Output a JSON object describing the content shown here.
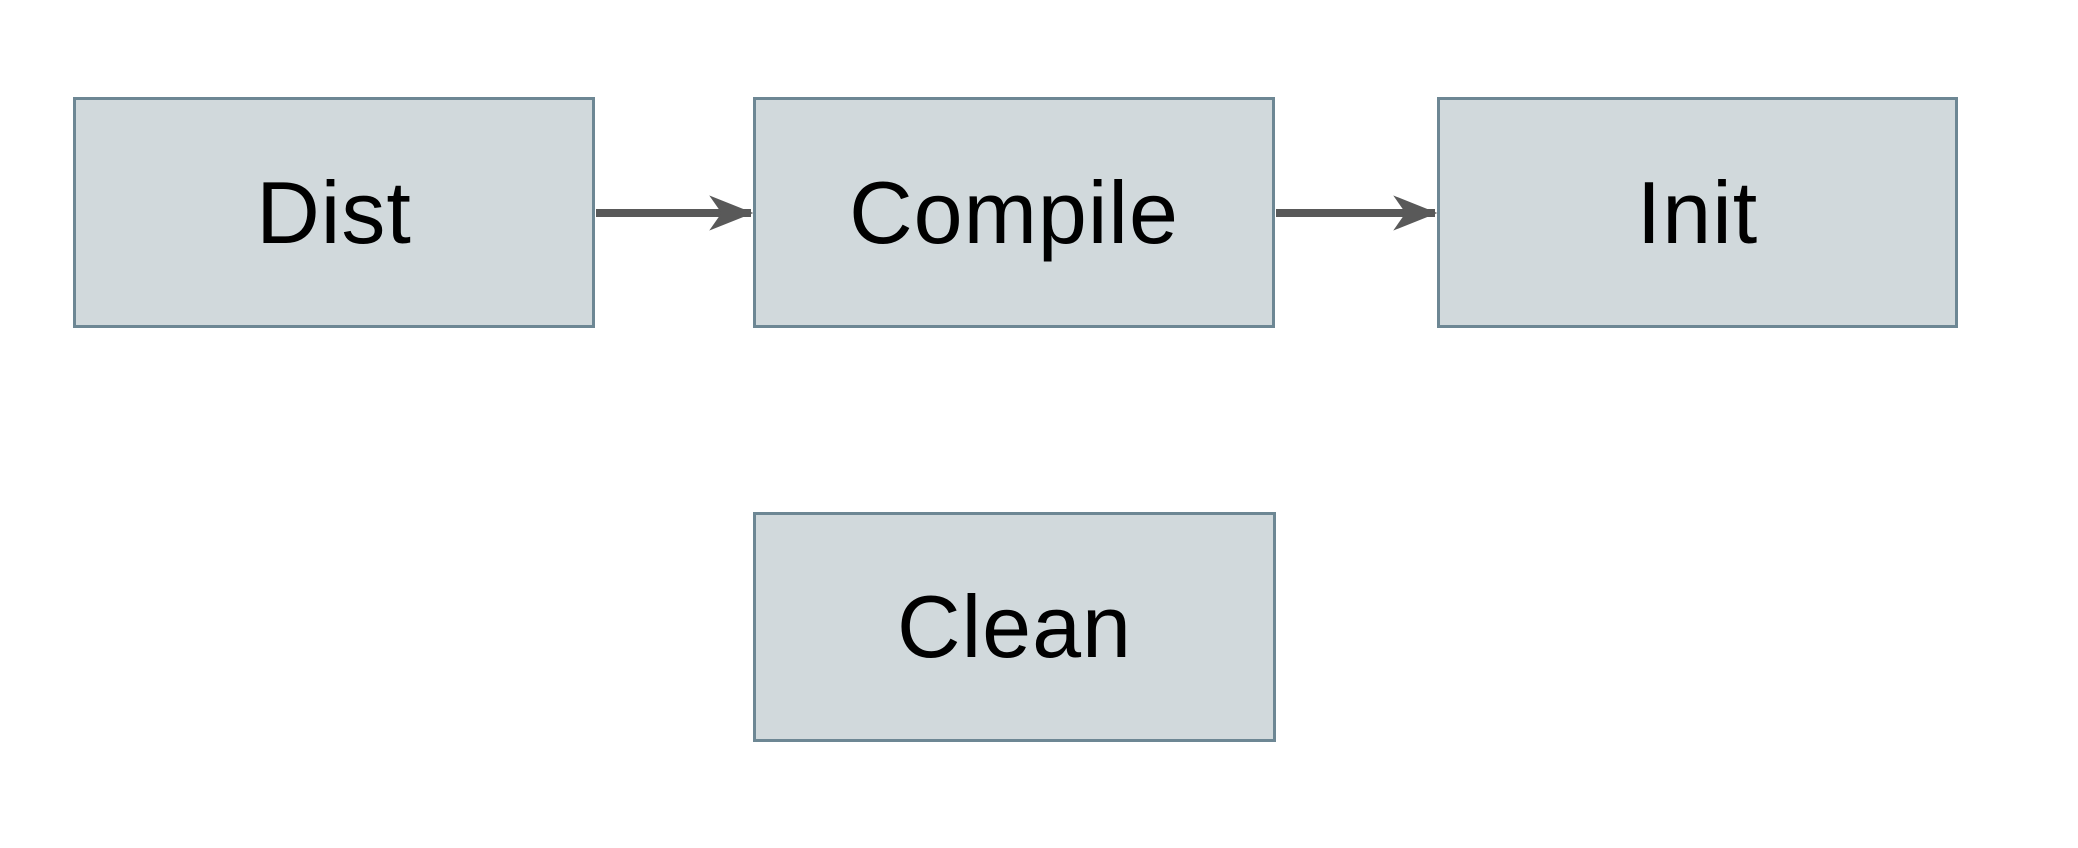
{
  "diagram": {
    "type": "flowchart",
    "nodes": [
      {
        "id": "dist",
        "label": "Dist"
      },
      {
        "id": "compile",
        "label": "Compile"
      },
      {
        "id": "init",
        "label": "Init"
      },
      {
        "id": "clean",
        "label": "Clean"
      }
    ],
    "edges": [
      {
        "from": "dist",
        "to": "compile",
        "direction": "right"
      },
      {
        "from": "compile",
        "to": "init",
        "direction": "right"
      }
    ],
    "colors": {
      "background": "#ffffff",
      "node_fill": "#d1d9dc",
      "node_border": "#6d8794",
      "label": "#000000",
      "arrow": "#595959"
    }
  }
}
